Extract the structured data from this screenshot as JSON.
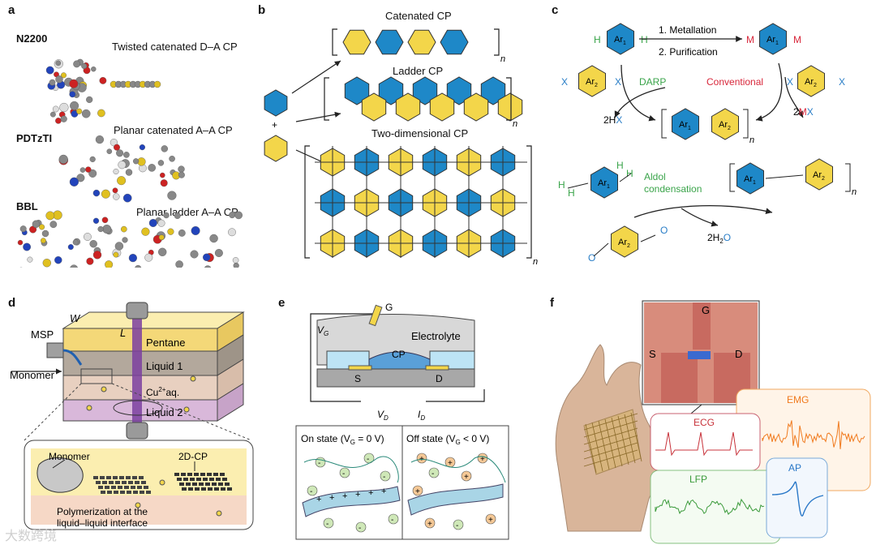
{
  "colors": {
    "blue": "#1e88c8",
    "yellow": "#f3d64a",
    "hex_stroke": "#333333",
    "green": "#3aa44a",
    "red": "#d8263a",
    "xblue": "#2a7ec7",
    "ecg": "#c8343c",
    "emg": "#f07a1e",
    "lfp": "#3a9a3a",
    "ap": "#2a78c8"
  },
  "panel_a": {
    "label": "a",
    "molecules": [
      {
        "name": "N2200",
        "caption": "Twisted catenated D–A CP"
      },
      {
        "name": "PDTzTI",
        "caption": "Planar catenated  A–A CP"
      },
      {
        "name": "BBL",
        "caption": "Planar ladder A–A CP"
      }
    ]
  },
  "panel_b": {
    "label": "b",
    "titles": [
      "Catenated CP",
      "Ladder CP",
      "Two-dimensional CP"
    ],
    "n": "n",
    "plus": "+"
  },
  "panel_c": {
    "label": "c",
    "h": "H",
    "ar1": "Ar",
    "sub1": "1",
    "ar2": "Ar",
    "sub2": "2",
    "step1": "1. Metallation",
    "step2": "2. Purification",
    "m": "M",
    "x": "X",
    "darp": "DARP",
    "conventional": "Conventional",
    "hx_pre": "2H",
    "hx_x": "X",
    "mx_pre": "2",
    "mx_m": "M",
    "mx_x": "X",
    "aldol1": "Aldol",
    "aldol2": "condensation",
    "water_pre": "2H",
    "water_2": "2",
    "water_o": "O",
    "o": "O",
    "n": "n"
  },
  "panel_d": {
    "label": "d",
    "w": "W",
    "l": "L",
    "msp": "MSP",
    "monomer": "Monomer",
    "pentane": "Pentane",
    "liquid1": "Liquid 1",
    "cu": "Cu",
    "cu_sup": "2+",
    "cu_aq": "aq.",
    "liquid2": "Liquid 2",
    "inset_monomer": "Monomer",
    "inset_2dcp": "2D-CP",
    "inset_caption1": "Polymerization at the",
    "inset_caption2": "liquid–liquid interface"
  },
  "panel_e": {
    "label": "e",
    "g": "G",
    "vg": "V",
    "vg_sub": "G",
    "electrolyte": "Electrolyte",
    "cp": "CP",
    "s": "S",
    "d": "D",
    "vd": "V",
    "vd_sub": "D",
    "id": "I",
    "id_sub": "D",
    "on_state": "On state (V",
    "on_sub": "G",
    "on_rest": " = 0 V)",
    "off_state": "Off state (V",
    "off_sub": "G",
    "off_rest": " < 0 V)"
  },
  "panel_f": {
    "label": "f",
    "g": "G",
    "s": "S",
    "d": "D",
    "ecg": "ECG",
    "emg": "EMG",
    "lfp": "LFP",
    "ap": "AP"
  },
  "watermark": "大数跨境"
}
